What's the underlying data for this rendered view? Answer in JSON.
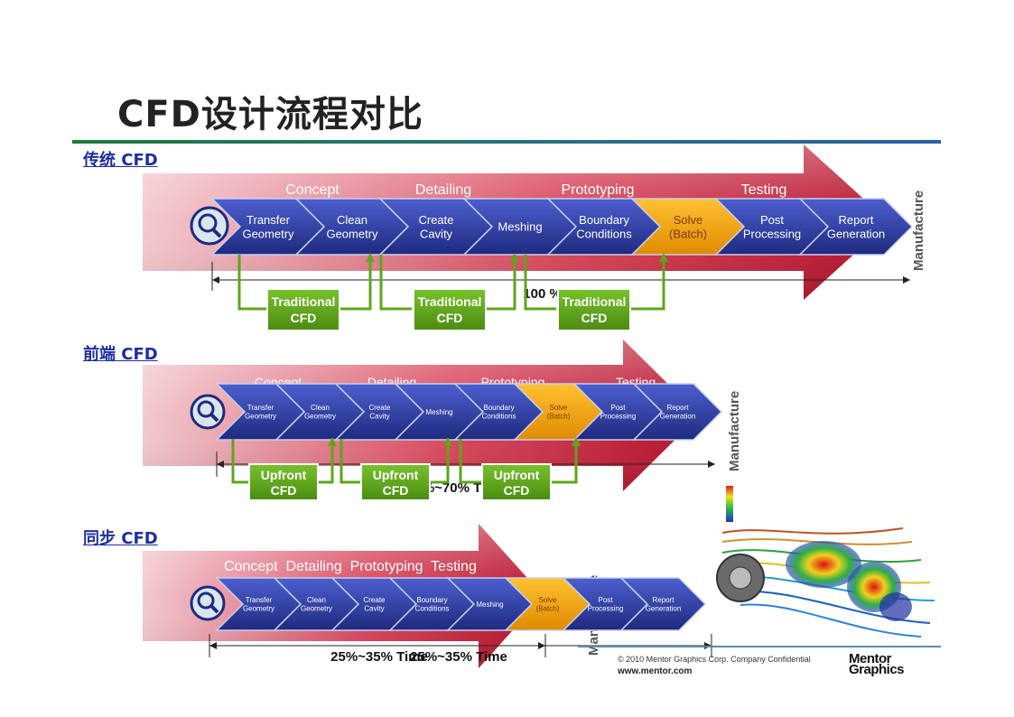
{
  "title": "CFD设计流程对比",
  "colors": {
    "steps_fill": "#2f3d9e",
    "steps_highlight": "#f5a200",
    "green_box": "#5fa51c",
    "arrow_red": "#c0172f",
    "rule": "#2a6f8a"
  },
  "phases": [
    "Concept",
    "Detailing",
    "Prototyping",
    "Testing"
  ],
  "manufacture_label": "Manufacture",
  "steps": [
    {
      "line1": "Transfer",
      "line2": "Geometry"
    },
    {
      "line1": "Clean",
      "line2": "Geometry"
    },
    {
      "line1": "Create",
      "line2": "Cavity"
    },
    {
      "line1": "Meshing",
      "line2": ""
    },
    {
      "line1": "Boundary",
      "line2": "Conditions"
    },
    {
      "line1": "Solve",
      "line2": "(Batch)"
    },
    {
      "line1": "Post",
      "line2": "Processing"
    },
    {
      "line1": "Report",
      "line2": "Generation"
    }
  ],
  "steps_sync": [
    {
      "line1": "Transfer",
      "line2": "Geometry"
    },
    {
      "line1": "Clean",
      "line2": "Geometry"
    },
    {
      "line1": "Create",
      "line2": "Cavity"
    },
    {
      "line1": "Boundary",
      "line2": "Conditions"
    },
    {
      "line1": "Meshing",
      "line2": ""
    },
    {
      "line1": "Solve",
      "line2": "(Batch)"
    },
    {
      "line1": "Post",
      "line2": "Processing"
    },
    {
      "line1": "Report",
      "line2": "Generation"
    }
  ],
  "traditional": {
    "label": "传统 CFD",
    "box_line1": "Traditional",
    "box_line2": "CFD",
    "time": "100 % Time"
  },
  "frontend": {
    "label": "前端 CFD",
    "box_line1": "Upfront",
    "box_line2": "CFD",
    "time": "50%~70% Time"
  },
  "sync": {
    "label": "同步 CFD",
    "phases_text": "Concept  Detailing  Prototyping  Testing",
    "time": "25%~35% Time",
    "time_overlap": "25%~35% Time"
  },
  "footer": {
    "copyright": "© 2010 Mentor Graphics Corp. Company Confidential",
    "url": "www.mentor.com",
    "logo_line1": "Mentor",
    "logo_line2": "Graphics"
  }
}
